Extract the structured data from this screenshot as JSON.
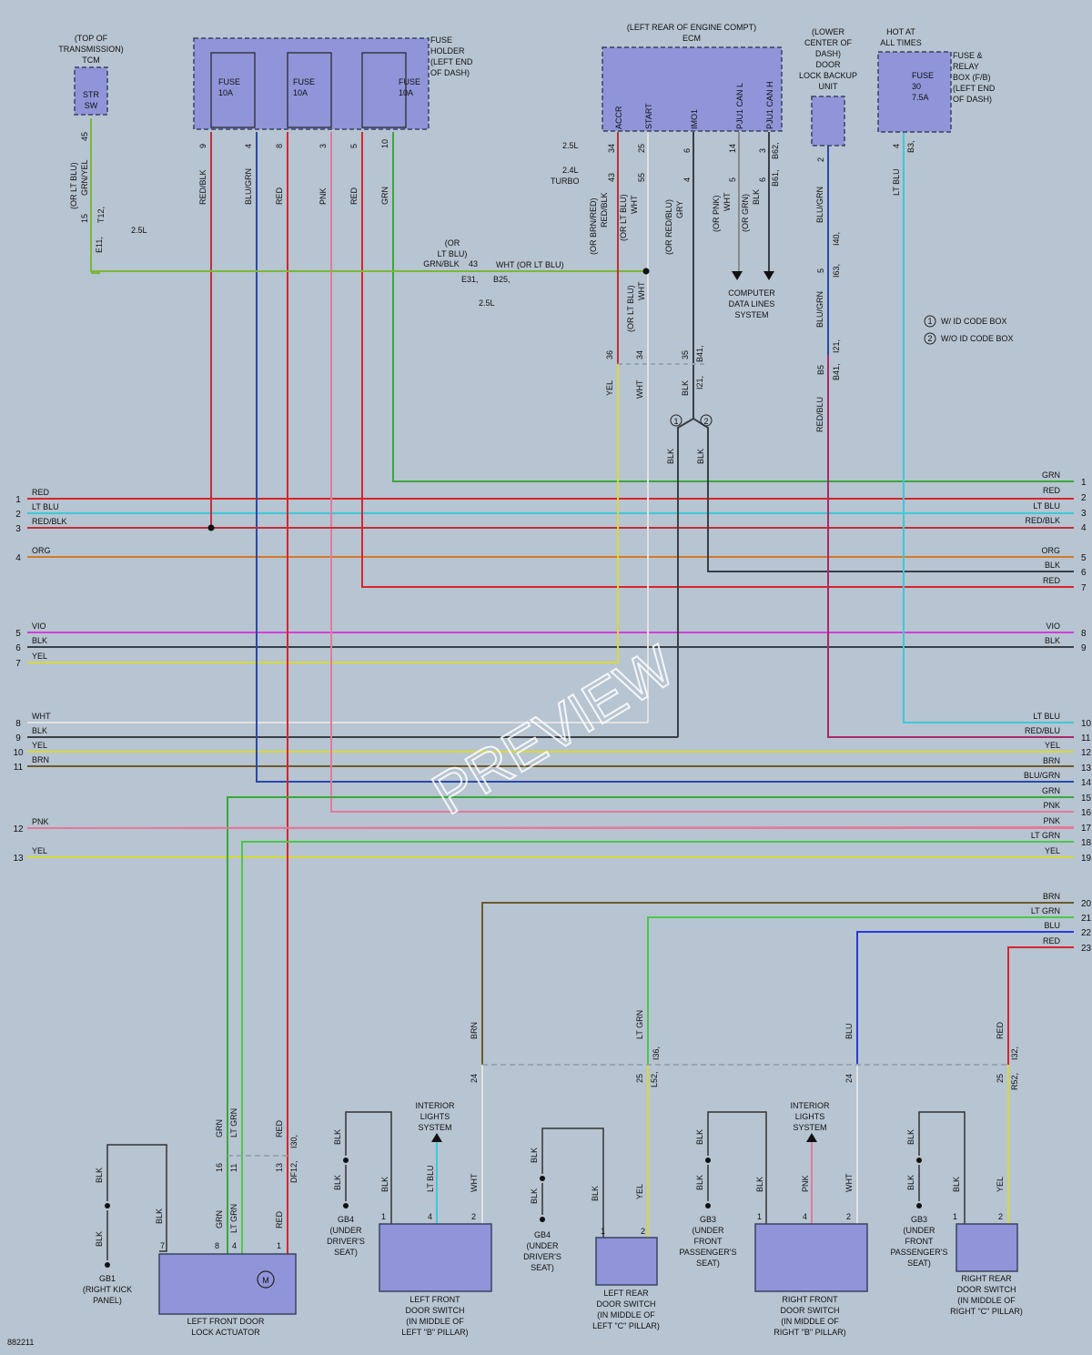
{
  "diagram_id": "882211",
  "watermark": "PREVIEW",
  "colors": {
    "RED": "#d8242c",
    "LT BLU": "#3fc8d8",
    "RED/BLK": "#c0303a",
    "ORG": "#d27a2a",
    "VIO": "#d040d8",
    "BLK": "#3a3f46",
    "YEL": "#d8d83a",
    "WHT": "#e2e2e2",
    "BRN": "#6e5a2a",
    "BLU/GRN": "#2a4aa8",
    "GRN": "#3aa83a",
    "PNK": "#e27a9a",
    "LT GRN": "#4ac84a",
    "BLU": "#2a3ad8",
    "RED/BLU": "#a82a6a",
    "GRY": "#8a8a8a",
    "GRN/YEL": "#7ab83a"
  },
  "components": {
    "tcm": {
      "lines": [
        "(TOP OF",
        "TRANSMISSION)",
        "TCM"
      ],
      "inner": [
        "STR",
        "SW"
      ]
    },
    "fuse_holder": {
      "lines": [
        "FUSE",
        "HOLDER",
        "(LEFT END",
        "OF DASH)"
      ],
      "fuses": [
        {
          "name": "FUSE",
          "rating": "10A"
        },
        {
          "name": "FUSE",
          "rating": "10A"
        },
        {
          "name": "FUSE",
          "rating": "10A"
        }
      ]
    },
    "ecm": {
      "lines": [
        "(LEFT REAR OF ENGINE COMPT)",
        "ECM"
      ],
      "pins": [
        "ACCR",
        "START",
        "IMO1",
        "PJU1 CAN L",
        "PJU1 CAN H"
      ]
    },
    "door_lock_backup": {
      "lines": [
        "(LOWER",
        "CENTER OF",
        "DASH)",
        "DOOR",
        "LOCK BACKUP",
        "UNIT"
      ]
    },
    "fuse_relay": {
      "hot": [
        "HOT AT",
        "ALL TIMES"
      ],
      "lines": [
        "FUSE &",
        "RELAY",
        "BOX (F/B)",
        "(LEFT END",
        "OF DASH)"
      ],
      "fuse": [
        "FUSE",
        "30",
        "7.5A"
      ]
    },
    "computer_data": [
      "COMPUTER",
      "DATA LINES",
      "SYSTEM"
    ],
    "legend": [
      "W/ ID CODE BOX",
      "W/O ID CODE BOX"
    ],
    "left_front_actuator": [
      "LEFT FRONT DOOR",
      "LOCK ACTUATOR"
    ],
    "left_front_switch": [
      "LEFT FRONT",
      "DOOR SWITCH",
      "(IN MIDDLE OF",
      "LEFT \"B\" PILLAR)"
    ],
    "left_rear_switch": [
      "LEFT REAR",
      "DOOR SWITCH",
      "(IN MIDDLE OF",
      "LEFT \"C\" PILLAR)"
    ],
    "right_front_switch": [
      "RIGHT FRONT",
      "DOOR SWITCH",
      "(IN MIDDLE OF",
      "RIGHT \"B\" PILLAR)"
    ],
    "right_rear_switch": [
      "RIGHT REAR",
      "DOOR SWITCH",
      "(IN MIDDLE OF",
      "RIGHT \"C\" PILLAR)"
    ],
    "interior_lights": [
      "INTERIOR",
      "LIGHTS",
      "SYSTEM"
    ],
    "gb1": [
      "GB1",
      "(RIGHT KICK",
      "PANEL)"
    ],
    "gb4": [
      "GB4",
      "(UNDER",
      "DRIVER'S",
      "SEAT)"
    ],
    "gb3": [
      "GB3",
      "(UNDER",
      "FRONT",
      "PASSENGER'S",
      "SEAT)"
    ]
  },
  "bus": {
    "left": [
      {
        "n": "1",
        "c": "RED"
      },
      {
        "n": "2",
        "c": "LT BLU"
      },
      {
        "n": "3",
        "c": "RED/BLK"
      },
      {
        "n": "4",
        "c": "ORG"
      },
      {
        "n": "5",
        "c": "VIO"
      },
      {
        "n": "6",
        "c": "BLK"
      },
      {
        "n": "7",
        "c": "YEL"
      },
      {
        "n": "8",
        "c": "WHT"
      },
      {
        "n": "9",
        "c": "BLK"
      },
      {
        "n": "10",
        "c": "YEL"
      },
      {
        "n": "11",
        "c": "BRN"
      },
      {
        "n": "12",
        "c": "PNK"
      },
      {
        "n": "13",
        "c": "YEL"
      }
    ],
    "right": [
      {
        "n": "1",
        "c": "GRN"
      },
      {
        "n": "2",
        "c": "RED"
      },
      {
        "n": "3",
        "c": "LT BLU"
      },
      {
        "n": "4",
        "c": "RED/BLK"
      },
      {
        "n": "5",
        "c": "ORG"
      },
      {
        "n": "6",
        "c": "BLK"
      },
      {
        "n": "7",
        "c": "RED"
      },
      {
        "n": "8",
        "c": "VIO"
      },
      {
        "n": "9",
        "c": "BLK"
      },
      {
        "n": "10",
        "c": "LT BLU"
      },
      {
        "n": "11",
        "c": "RED/BLU"
      },
      {
        "n": "12",
        "c": "YEL"
      },
      {
        "n": "13",
        "c": "BRN"
      },
      {
        "n": "14",
        "c": "BLU/GRN"
      },
      {
        "n": "15",
        "c": "GRN"
      },
      {
        "n": "16",
        "c": "PNK"
      },
      {
        "n": "17",
        "c": "PNK"
      },
      {
        "n": "18",
        "c": "LT GRN"
      },
      {
        "n": "19",
        "c": "YEL"
      },
      {
        "n": "20",
        "c": "BRN"
      },
      {
        "n": "21",
        "c": "LT GRN"
      },
      {
        "n": "22",
        "c": "BLU"
      },
      {
        "n": "23",
        "c": "RED"
      }
    ]
  },
  "labels": {
    "fuse_wires": [
      {
        "pin": "9",
        "c": "RED/BLK"
      },
      {
        "pin": "4",
        "c": "BLU/GRN"
      },
      {
        "pin": "8",
        "c": "RED"
      },
      {
        "pin": "3",
        "c": "PNK"
      },
      {
        "pin": "5",
        "c": "RED"
      },
      {
        "pin": "10",
        "c": "GRN"
      }
    ],
    "tcm_wire": [
      "(OR LT BLU)",
      "GRN/YEL"
    ],
    "tcm_pin": "45",
    "t12": [
      "15",
      "T12,",
      "E11,"
    ],
    "eng_25": "2.5L",
    "eng_24": "2.4L",
    "eng_turbo": "TURBO",
    "junction_left": [
      "(OR",
      "LT BLU)",
      "GRN/BLK",
      "43"
    ],
    "junction_right": "WHT (OR LT BLU)",
    "e31": "E31,",
    "b25": "B25,",
    "ecm_pins": [
      "34",
      "25",
      "6",
      "14",
      "3"
    ],
    "ecm_pins2": [
      "43",
      "55",
      "4",
      "5",
      "6"
    ],
    "ecm_wires": [
      "(OR BRN/RED)",
      "RED/BLK",
      "(OR LT BLU)",
      "WHT",
      "(OR RED/BLU)",
      "GRY",
      "(OR PNK)",
      "WHT",
      "(OR GRN)",
      "BLK"
    ],
    "b62": "B62,",
    "b61": "B61,",
    "mid_wht": [
      "(OR LT BLU)",
      "WHT"
    ],
    "b41_pins": [
      "36",
      "34",
      "35",
      "B41,"
    ],
    "i21": "I21,",
    "b41_wires": [
      "YEL",
      "WHT",
      "BLK"
    ],
    "legend_nums": [
      "1",
      "2"
    ],
    "blk_pair": [
      "BLK",
      "BLK"
    ],
    "dlb_pin": "2",
    "dlb_wire": "BLU/GRN",
    "i40": "I40,",
    "i63": [
      "5",
      "I63,"
    ],
    "blu_grn2": "BLU/GRN",
    "i21b": "I21,",
    "b41b": [
      "B5",
      "B41,"
    ],
    "red_blu": "RED/BLU",
    "fr_pin": "4",
    "b3": "B3,",
    "fr_wire": "LT BLU",
    "door_wires": [
      "BRN",
      "LT GRN",
      "BLU",
      "RED"
    ],
    "door_pins": [
      "24",
      "25",
      "I36,",
      "L52,",
      "24",
      "25",
      "I32,",
      "R52,"
    ],
    "act_wires": [
      "GRN",
      "LT GRN",
      "RED"
    ],
    "act_pins": [
      "16",
      "11",
      "13",
      "I30,",
      "DF12,"
    ],
    "act_bottom": [
      "GRN",
      "LT GRN",
      "RED",
      "BLK",
      "BLK",
      "BLK",
      "7",
      "8",
      "4",
      "1"
    ],
    "lfs": [
      "BLK",
      "BLK",
      "LT BLU",
      "WHT",
      "1",
      "4",
      "2"
    ],
    "lrs": [
      "BLK",
      "BLK",
      "YEL",
      "1",
      "2"
    ],
    "rfs": [
      "BLK",
      "BLK",
      "PNK",
      "WHT",
      "1",
      "4",
      "2"
    ],
    "rrs": [
      "BLK",
      "BLK",
      "YEL",
      "1",
      "2"
    ],
    "wht_bottom": [
      "WHT",
      "WHT"
    ],
    "m_glyph": "M"
  }
}
